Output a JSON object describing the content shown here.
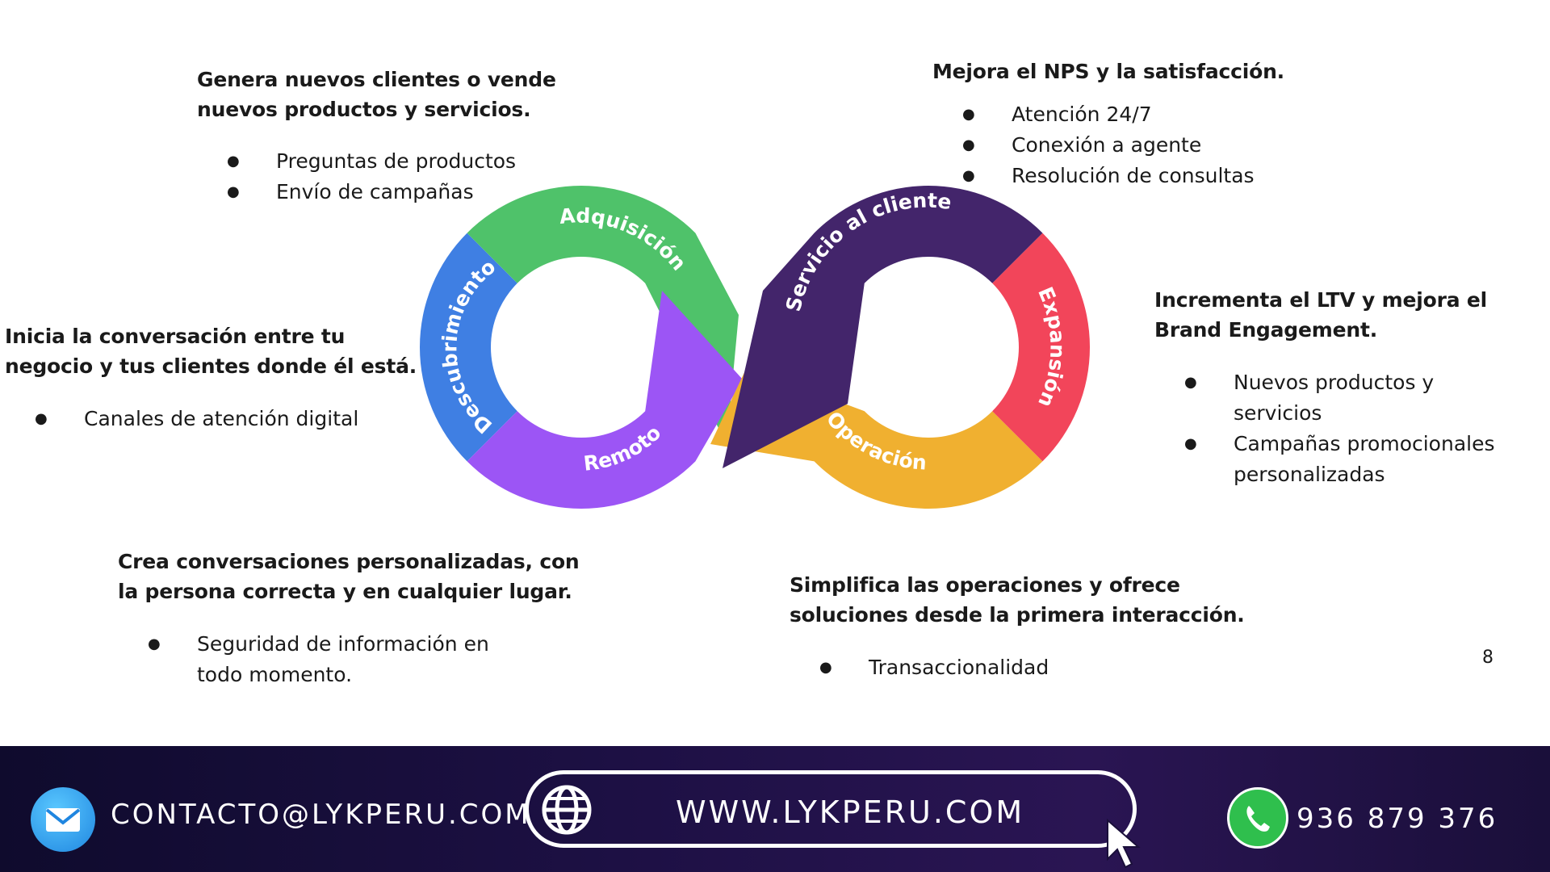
{
  "sections": {
    "adquisicion": {
      "heading": "Genera nuevos clientes o vende nuevos productos y servicios.",
      "items": [
        "Preguntas de productos",
        "Envío de campañas"
      ]
    },
    "servicio": {
      "heading": "Mejora el NPS y la satisfacción.",
      "items": [
        "Atención 24/7",
        "Conexión a agente",
        "Resolución de consultas"
      ]
    },
    "descubrimiento": {
      "heading": "Inicia la conversación entre tu negocio y tus clientes donde él está.",
      "items": [
        "Canales de atención digital"
      ]
    },
    "expansion": {
      "heading": "Incrementa el LTV y mejora el Brand Engagement.",
      "items": [
        "Nuevos productos y servicios",
        "Campañas promocionales personalizadas"
      ]
    },
    "remoto": {
      "heading": "Crea conversaciones personalizadas, con la persona correcta y en cualquier lugar.",
      "items": [
        "Seguridad de información en todo momento."
      ]
    },
    "operacion": {
      "heading": "Simplifica las operaciones y ofrece soluciones desde la primera interacción.",
      "items": [
        "Transaccionalidad"
      ]
    }
  },
  "loop": {
    "labels": {
      "descubrimiento": "Descubrimiento",
      "adquisicion": "Adquisición",
      "remoto": "Remoto",
      "servicio": "Servicio al cliente",
      "expansion": "Expansión",
      "operacion": "Operación"
    },
    "colors": {
      "descubrimiento": "#3f7fe3",
      "adquisicion": "#4fc26a",
      "remoto": "#9c55f5",
      "servicio": "#43256b",
      "expansion": "#f2455a",
      "operacion": "#f0b030"
    }
  },
  "page_number": "8",
  "footer": {
    "email": "CONTACTO@LYKPERU.COM",
    "website": "WWW.LYKPERU.COM",
    "phone": "936 879 376",
    "icons": [
      "mail-icon",
      "globe-icon",
      "cursor-icon",
      "whatsapp-icon"
    ]
  }
}
